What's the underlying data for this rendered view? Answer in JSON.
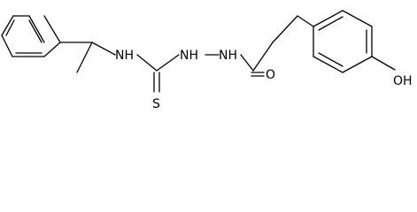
{
  "diagram": {
    "type": "chemical-structure",
    "atom_labels": {
      "thiourea_nh": "NH",
      "hydrazine_nh_left": "NH",
      "hydrazine_nh_right": "NH",
      "thione_s": "S",
      "carbonyl_o": "O",
      "hydroxyl": "OH"
    }
  }
}
